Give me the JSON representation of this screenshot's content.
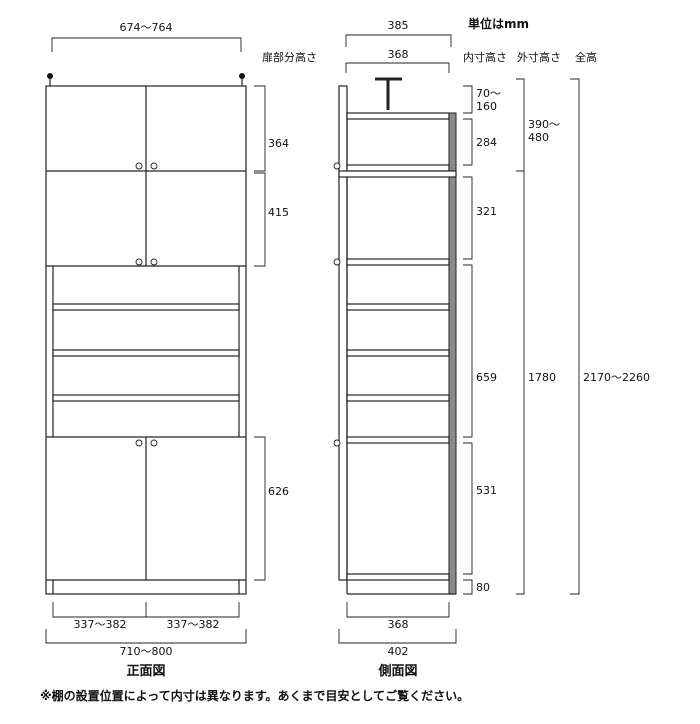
{
  "unit_label": "単位はmm",
  "headers": {
    "door_height": "扉部分高さ",
    "inner_height": "内寸高さ",
    "outer_height": "外寸高さ",
    "total_height": "全高"
  },
  "front": {
    "top_width": "674～764",
    "door_heights": [
      "364",
      "415",
      "626"
    ],
    "bottom_half_width_left": "337～382",
    "bottom_half_width_right": "337～382",
    "total_width": "710～800",
    "caption": "正面図"
  },
  "side": {
    "top_depth_outer": "385",
    "top_depth_inner": "368",
    "inner_heights": [
      "70～\n160",
      "284",
      "321",
      "659",
      "531",
      "80"
    ],
    "outer_heights": [
      "390～\n480",
      "1780"
    ],
    "total_height": "2170～2260",
    "bottom_depth_inner": "368",
    "bottom_depth_outer": "402",
    "caption": "側面図"
  },
  "footnote": "※棚の設置位置によって内寸は異なります。あくまで目安としてご覧ください。"
}
